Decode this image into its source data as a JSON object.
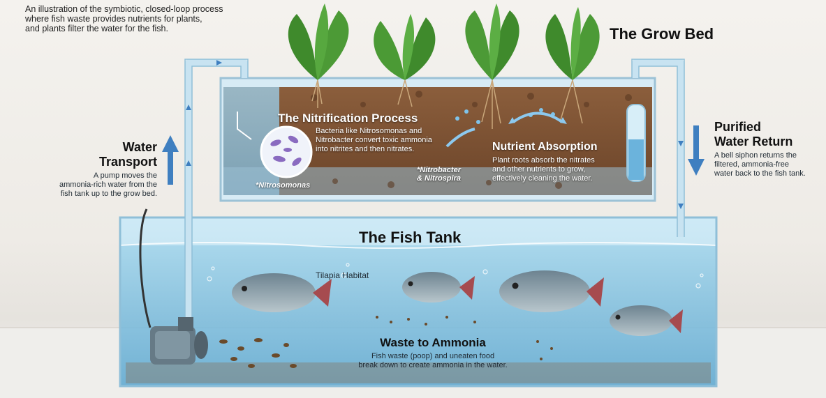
{
  "intro": {
    "line1": "An illustration of the symbiotic, closed-loop process",
    "line2": "where fish waste provides nutrients for plants,",
    "line3": "and plants filter the water for the fish."
  },
  "grow_bed": {
    "title": "The Grow Bed"
  },
  "nitrification": {
    "title": "The Nitrification Process",
    "line1": "Bacteria like Nitrosomonas and",
    "line2": "Nitrobacter convert toxic ammonia",
    "line3": "into nitrites and then nitrates.",
    "label_nitrosomonas": "*Nitrosomonas",
    "label_nitrobacter_1": "*Nitrobacter",
    "label_nitrobacter_2": "& Nitrospira"
  },
  "absorption": {
    "title": "Nutrient Absorption",
    "line1": "Plant roots absorb the nitrates",
    "line2": "and other nutrients to grow,",
    "line3": "effectively cleaning the water."
  },
  "water_transport": {
    "title1": "Water",
    "title2": "Transport",
    "line1": "A pump moves the",
    "line2": "ammonia-rich water from the",
    "line3": "fish tank up to the grow bed."
  },
  "purified": {
    "title1": "Purified",
    "title2": "Water Return",
    "line1": "A bell siphon returns the",
    "line2": "filtered, ammonia-free",
    "line3": "water back to the fish tank."
  },
  "fish_tank": {
    "title": "The Fish Tank",
    "habitat": "Tilapia Habitat"
  },
  "waste": {
    "title": "Waste to Ammonia",
    "line1": "Fish waste (poop) and uneaten food",
    "line2": "break down to create ammonia in the water."
  },
  "colors": {
    "water": "#8fc9e6",
    "soil": "#7a5136",
    "leaf": "#3f8a2c",
    "arrow": "#3f7fc0"
  },
  "icons": [
    "plant-icon",
    "fish-icon",
    "pump-icon",
    "bacteria-icon",
    "arrow-up-icon",
    "arrow-down-icon",
    "bell-siphon-icon"
  ]
}
